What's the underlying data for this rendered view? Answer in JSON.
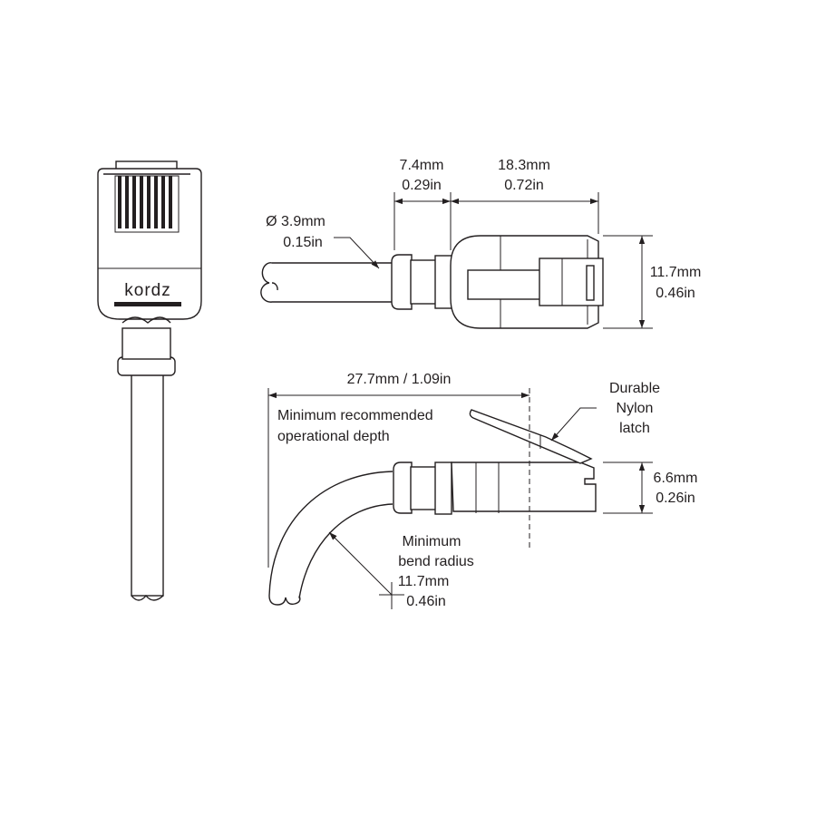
{
  "front_view": {
    "logo_text": "kordz"
  },
  "side_view": {
    "dim_boot_length": {
      "mm": "7.4mm",
      "in": "0.29in"
    },
    "dim_body_length": {
      "mm": "18.3mm",
      "in": "0.72in"
    },
    "dim_cable_diameter": {
      "mm": "Ø 3.9mm",
      "in": "0.15in"
    },
    "dim_body_height": {
      "mm": "11.7mm",
      "in": "0.46in"
    }
  },
  "bend_view": {
    "dim_depth": "27.7mm / 1.09in",
    "depth_label": [
      "Minimum recommended",
      "operational depth"
    ],
    "latch_label": [
      "Durable",
      "Nylon",
      "latch"
    ],
    "dim_height": {
      "mm": "6.6mm",
      "in": "0.26in"
    },
    "bend_label": [
      "Minimum",
      "bend radius",
      "11.7mm",
      "0.46in"
    ]
  },
  "colors": {
    "line": "#231f20",
    "background": "#ffffff"
  }
}
